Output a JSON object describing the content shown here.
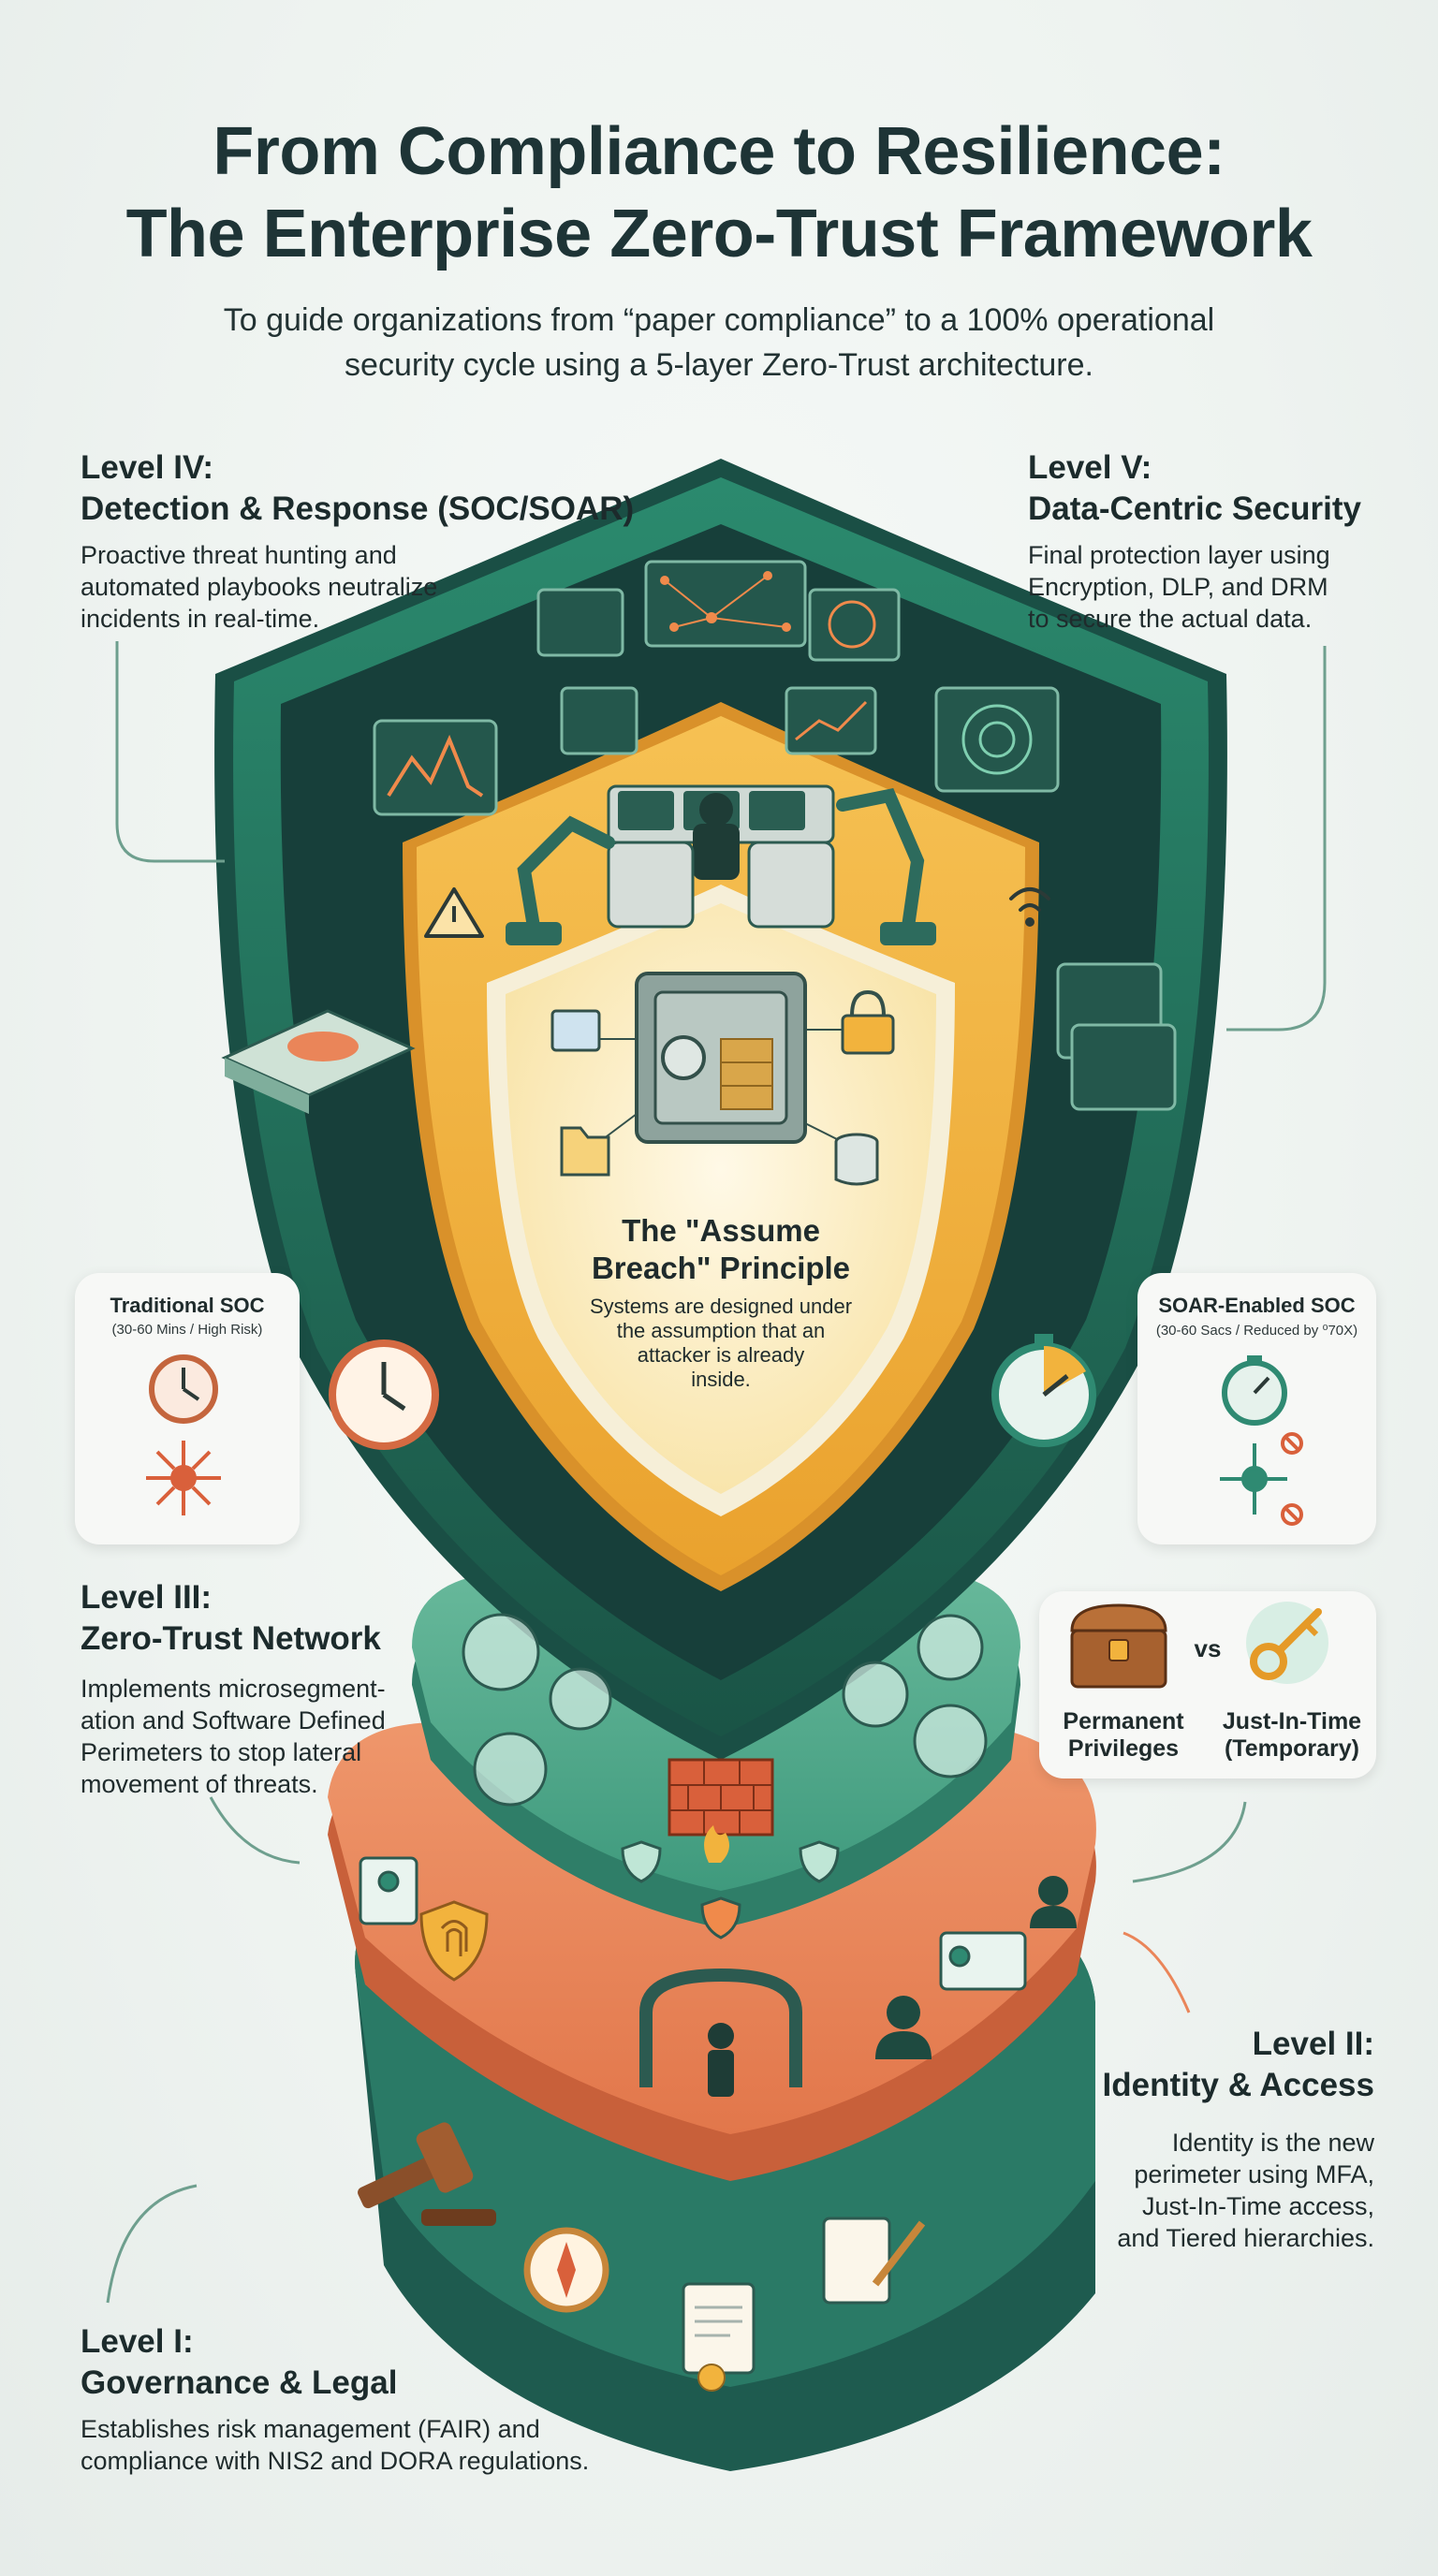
{
  "header": {
    "title_line1": "From Compliance to Resilience:",
    "title_line2": "The Enterprise Zero-Trust Framework",
    "subtitle_line1": "To guide organizations from “paper compliance” to a 100% operational",
    "subtitle_line2": "security cycle using a 5-layer Zero-Trust architecture."
  },
  "levels": {
    "level4": {
      "label": "Level IV:",
      "name": "Detection & Response (SOC/SOAR)",
      "desc_lines": [
        "Proactive threat hunting and",
        "automated playbooks neutralize",
        "incidents in real-time."
      ]
    },
    "level5": {
      "label": "Level V:",
      "name": "Data-Centric Security",
      "desc_lines": [
        "Final protection layer using",
        "Encryption, DLP, and DRM",
        "to secure the actual data."
      ]
    },
    "level3": {
      "label": "Level III:",
      "name": "Zero-Trust Network",
      "desc_lines": [
        "Implements microsegment-",
        "ation and Software Defined",
        "Perimeters to stop lateral",
        "movement of threats."
      ]
    },
    "level2": {
      "label": "Level II:",
      "name": "Identity & Access",
      "desc_lines": [
        "Identity is the new",
        "perimeter using MFA,",
        "Just-In-Time access,",
        "and Tiered hierarchies."
      ]
    },
    "level1": {
      "label": "Level I:",
      "name": "Governance & Legal",
      "desc_lines": [
        "Establishes risk management (FAIR) and",
        "compliance with NIS2 and DORA regulations."
      ]
    }
  },
  "core": {
    "title_line1": "The \"Assume",
    "title_line2": "Breach\" Principle",
    "desc_lines": [
      "Systems are designed under",
      "the assumption that an",
      "attacker is already",
      "inside."
    ]
  },
  "soc_comparison": {
    "traditional": {
      "title": "Traditional SOC",
      "subtitle": "(30-60 Mins / High Risk)"
    },
    "soar": {
      "title": "SOAR-Enabled SOC",
      "subtitle": "(30-60 Sacs / Reduced by ⁰70X)"
    }
  },
  "privileges": {
    "left_line1": "Permanent",
    "left_line2": "Privileges",
    "vs": "vs",
    "right_line1": "Just-In-Time",
    "right_line2": "(Temporary)"
  },
  "colors": {
    "dark_teal": "#1d5a4e",
    "teal": "#2f8a72",
    "mint": "#5fb496",
    "gold": "#f2b33d",
    "cream": "#fdf4d8",
    "orange": "#ea8559",
    "navy_text": "#1e3436"
  },
  "icons": [
    "monitor-icon",
    "robot-arm-icon",
    "vault-icon",
    "lock-icon",
    "folder-icon",
    "database-icon",
    "warning-icon",
    "wifi-icon",
    "clock-icon",
    "stopwatch-icon",
    "network-node-icon",
    "firewall-icon",
    "shield-check-icon",
    "chest-icon",
    "key-icon",
    "badge-icon",
    "fingerprint-icon",
    "user-icon",
    "gavel-icon",
    "compass-icon",
    "document-icon",
    "certificate-icon"
  ]
}
